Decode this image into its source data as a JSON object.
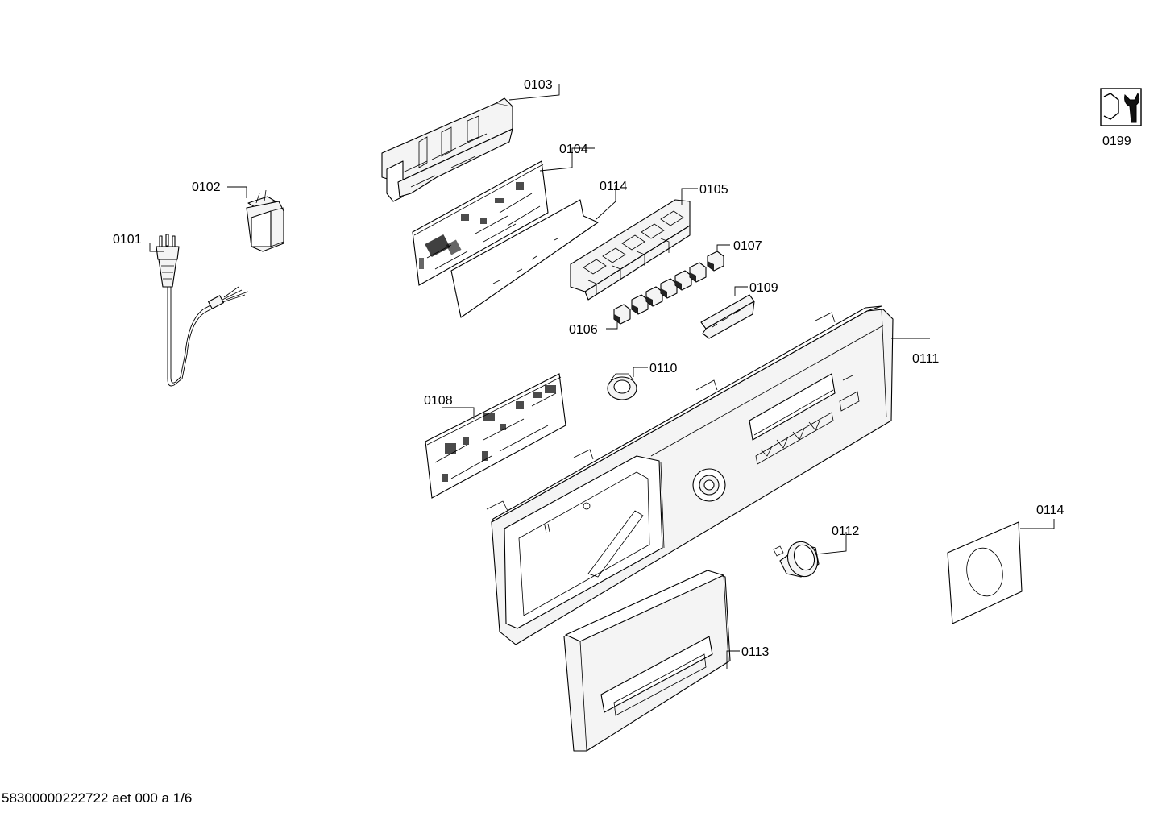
{
  "labels": {
    "p0101": "0101",
    "p0102": "0102",
    "p0103": "0103",
    "p0104": "0104",
    "p0105": "0105",
    "p0106": "0106",
    "p0107": "0107",
    "p0108": "0108",
    "p0109": "0109",
    "p0110": "0110",
    "p0111": "0111",
    "p0112": "0112",
    "p0113": "0113",
    "p0114a": "0114",
    "p0114b": "0114",
    "p0199": "0199"
  },
  "footer": "58300000222722 aet 000 a 1/6",
  "icons": {
    "p0199": "service-wrench-icon"
  }
}
